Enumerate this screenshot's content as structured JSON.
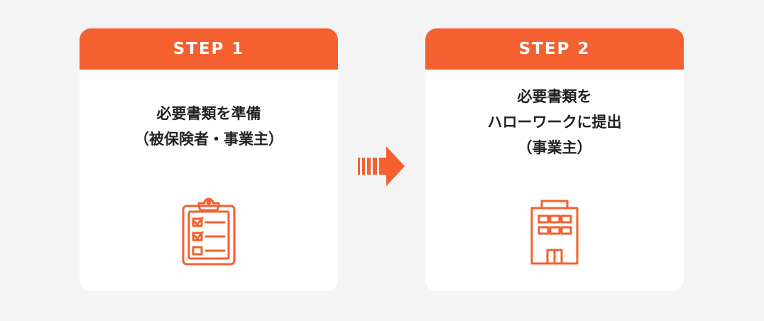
{
  "colors": {
    "accent": "#f4602f",
    "background": "#f4f4f4",
    "card": "#ffffff",
    "text": "#222222"
  },
  "steps": [
    {
      "label": "STEP 1",
      "lines": [
        "必要書類を準備",
        "（被保険者・事業主）"
      ],
      "icon": "clipboard-checklist-icon"
    },
    {
      "label": "STEP 2",
      "lines": [
        "必要書類を",
        "ハローワークに提出",
        "（事業主）"
      ],
      "icon": "office-building-icon"
    }
  ],
  "connector": {
    "icon": "right-arrow-icon"
  }
}
